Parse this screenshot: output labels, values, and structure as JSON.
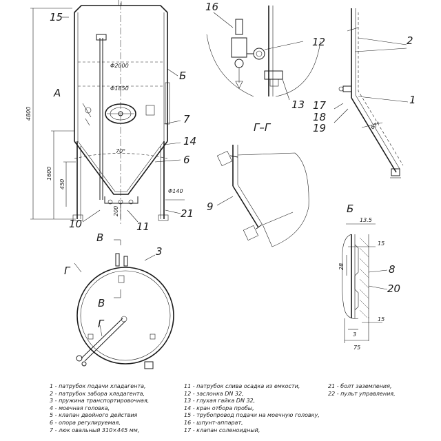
{
  "labels": {
    "v15": "15",
    "vA": "A",
    "vB_cyr": "Б",
    "v7": "7",
    "v14": "14",
    "v6": "6",
    "v21": "21",
    "v10": "10",
    "v11": "11",
    "v16": "16",
    "v12": "12",
    "v13": "13",
    "v2": "2",
    "v1": "1",
    "v17": "17",
    "v18": "18",
    "v19": "19",
    "v9": "9",
    "vGG": "Г–Г",
    "vB_lat": "В",
    "vG": "Г",
    "v3": "3",
    "v8": "8",
    "v20": "20",
    "vB_detail": "Б"
  },
  "dimensions": {
    "d4800": "4800",
    "d1600": "1600",
    "d450": "450",
    "d200": "200",
    "dphi2000": "Φ2000",
    "dphi1850": "Φ1850",
    "dphi140": "Φ140",
    "d70": "70°",
    "d135": "13.5",
    "d15a": "15",
    "d28": "28",
    "d15b": "15",
    "d3": "3",
    "d75": "75",
    "d67": "67°"
  },
  "legend": {
    "col1": [
      "1 - патрубок подачи хладагента,",
      "2 - патрубок забора хладагента,",
      "3 - пружина транспортировочная,",
      "4 - моечная головка,",
      "5 - клапан двойного действия",
      "6 - опора регулируемая,",
      "7 - люк овальный 310×445 мм,"
    ],
    "col2": [
      "11 - патрубок слива осадка из емкости,",
      "12 - заслонка DN 32,",
      "13 - глухая гайка DN 32,",
      "14 - кран отбора пробы,",
      "15 - трубопровод подачи на моечную головку,",
      "16 - шпунт-аппарат,",
      "17 - клапан соленоидный,"
    ],
    "col3": [
      "21 - болт заземления,",
      "22 - пульт управления,"
    ]
  }
}
